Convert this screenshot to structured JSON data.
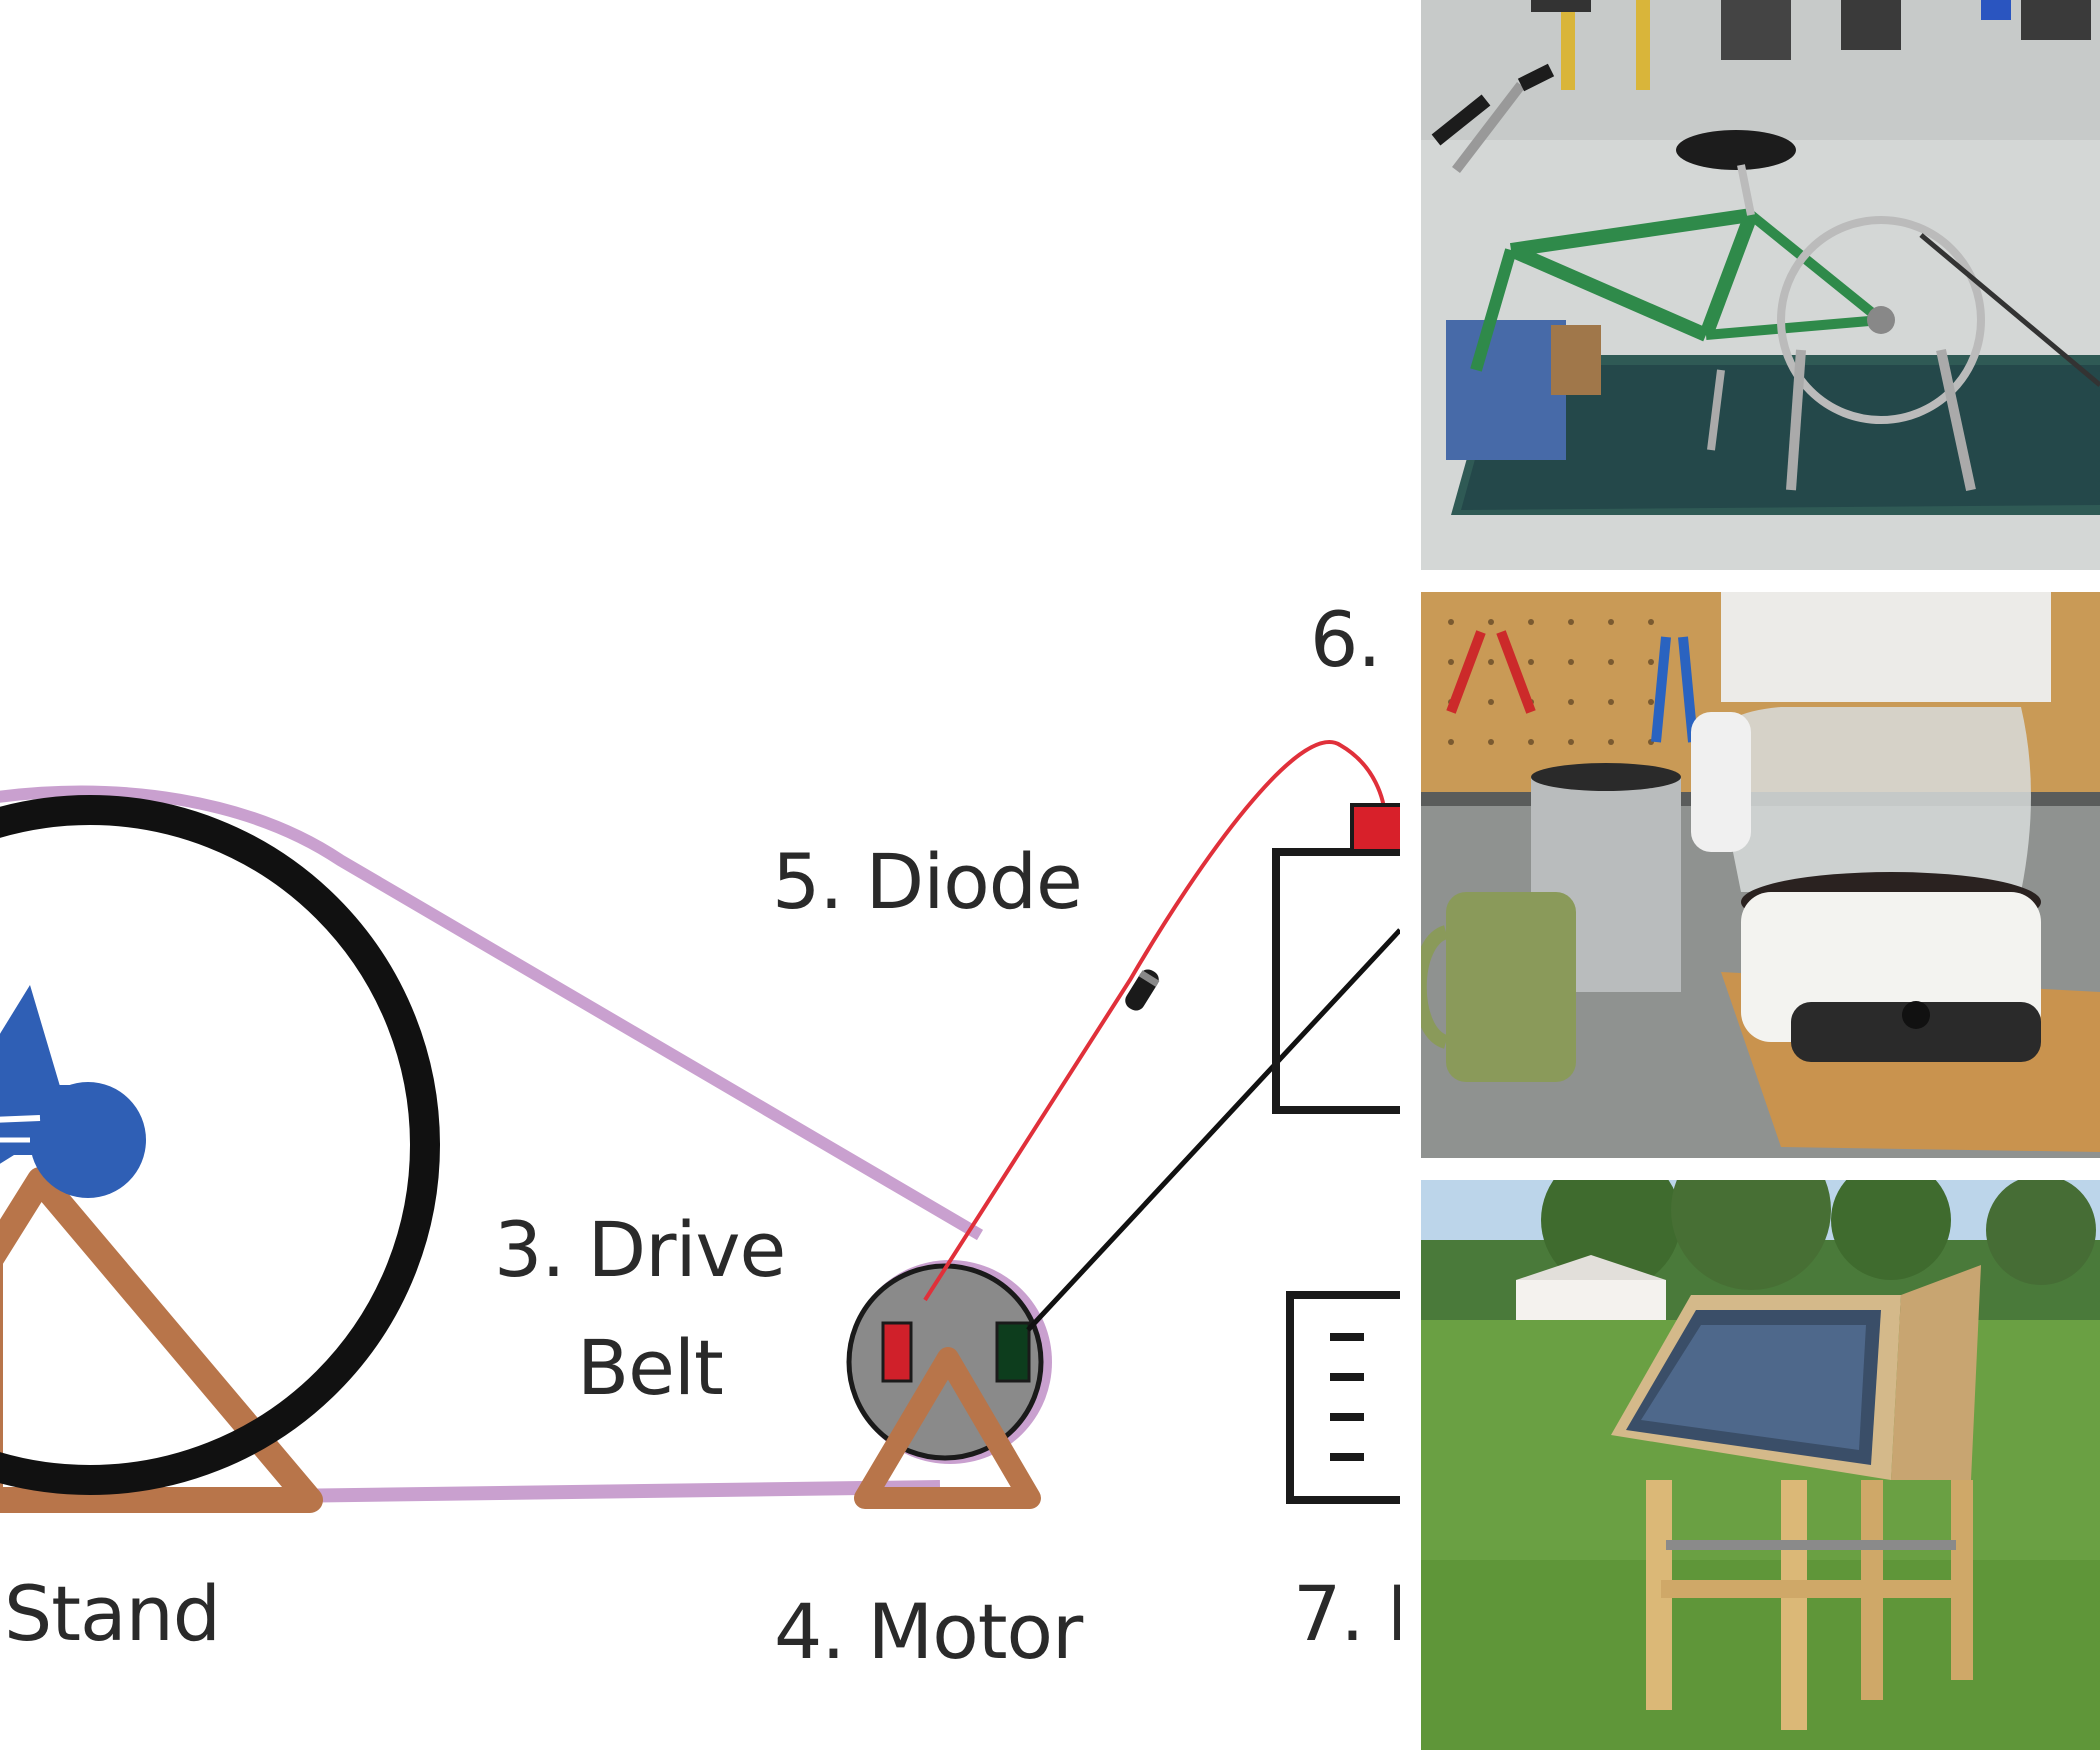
{
  "diagram": {
    "labels": {
      "num6": "6.",
      "diode": "5. Diode",
      "drive_belt_line1": "3. Drive",
      "drive_belt_line2": "Belt",
      "stand": "Stand",
      "motor": "4. Motor",
      "num7": "7. I"
    },
    "colors": {
      "belt": "#c9a0cf",
      "wheel": "#111111",
      "stand": "#b8754a",
      "fork": "#2f5fb5",
      "motor_body": "#8a8a8a",
      "terminal_positive": "#d0202a",
      "terminal_negative": "#0d3d1d",
      "wire_positive": "#e0303a",
      "wire_negative": "#111111",
      "battery_cap": "#d8202a"
    }
  },
  "photos": [
    {
      "subject": "bicycle-generator-photo"
    },
    {
      "subject": "coffee-maker-photo"
    },
    {
      "subject": "solar-oven-photo"
    }
  ]
}
